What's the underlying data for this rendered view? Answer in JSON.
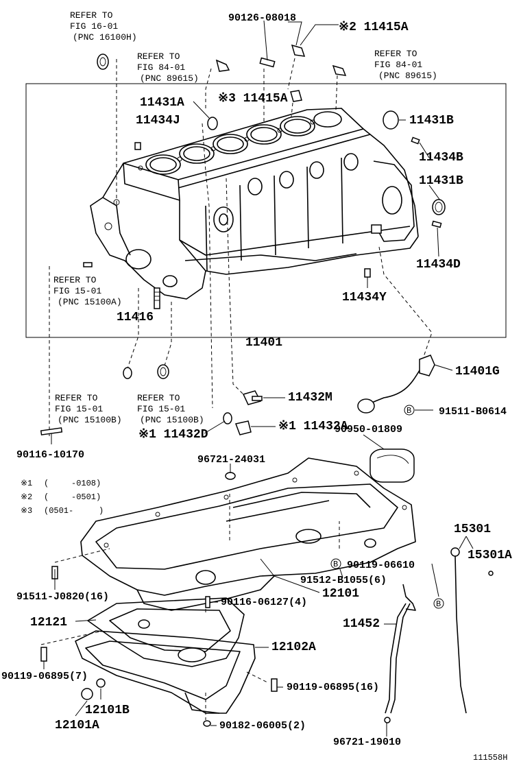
{
  "refs": {
    "r1": [
      "REFER TO",
      "FIG 16-01",
      "(PNC 16100H)"
    ],
    "r2": [
      "REFER TO",
      "FIG 84-01",
      "(PNC 89615)"
    ],
    "r3": [
      "REFER TO",
      "FIG 84-01",
      "(PNC 89615)"
    ],
    "r4": [
      "REFER TO",
      "FIG 15-01",
      "(PNC 15100A)"
    ],
    "r5": [
      "REFER TO",
      "FIG 15-01",
      "(PNC 15100B)"
    ],
    "r6": [
      "REFER TO",
      "FIG 15-01",
      "(PNC 15100B)"
    ]
  },
  "parts": {
    "p90126": "90126-08018",
    "p11415A_2": "※2 11415A",
    "p11415A_3": "※3 11415A",
    "p11431A": "11431A",
    "p11434J": "11434J",
    "p11431B_1": "11431B",
    "p11434B": "11434B",
    "p11431B_2": "11431B",
    "p11434D": "11434D",
    "p11434Y": "11434Y",
    "p11416": "11416",
    "p11401": "11401",
    "p11401G": "11401G",
    "p91511B": "91511-B0614",
    "p11432M": "11432M",
    "p11432D": "※1 11432D",
    "p11432A": "※1 11432A",
    "p90950": "90950-01809",
    "p90116a": "90116-10170",
    "p96721a": "96721-24031",
    "p15301": "15301",
    "p15301A": "15301A",
    "p90119a": "90119-06610",
    "p91512": "91512-B1055(6)",
    "p91511J": "91511-J0820(16)",
    "p90116b": "90116-06127(4)",
    "p12101": "12101",
    "p12121": "12121",
    "p11452": "11452",
    "p12102A": "12102A",
    "p90119b": "90119-06895(7)",
    "p90119c": "90119-06895(16)",
    "p12101B": "12101B",
    "p12101A": "12101A",
    "p90182": "90182-06005(2)",
    "p96721b": "96721-19010"
  },
  "notes": [
    [
      "※1",
      "(",
      "-0108)"
    ],
    [
      "※2",
      "(",
      "-0501)"
    ],
    [
      "※3",
      "(0501-",
      ")"
    ]
  ],
  "callout_marker": "B",
  "figure_code": "111558H"
}
